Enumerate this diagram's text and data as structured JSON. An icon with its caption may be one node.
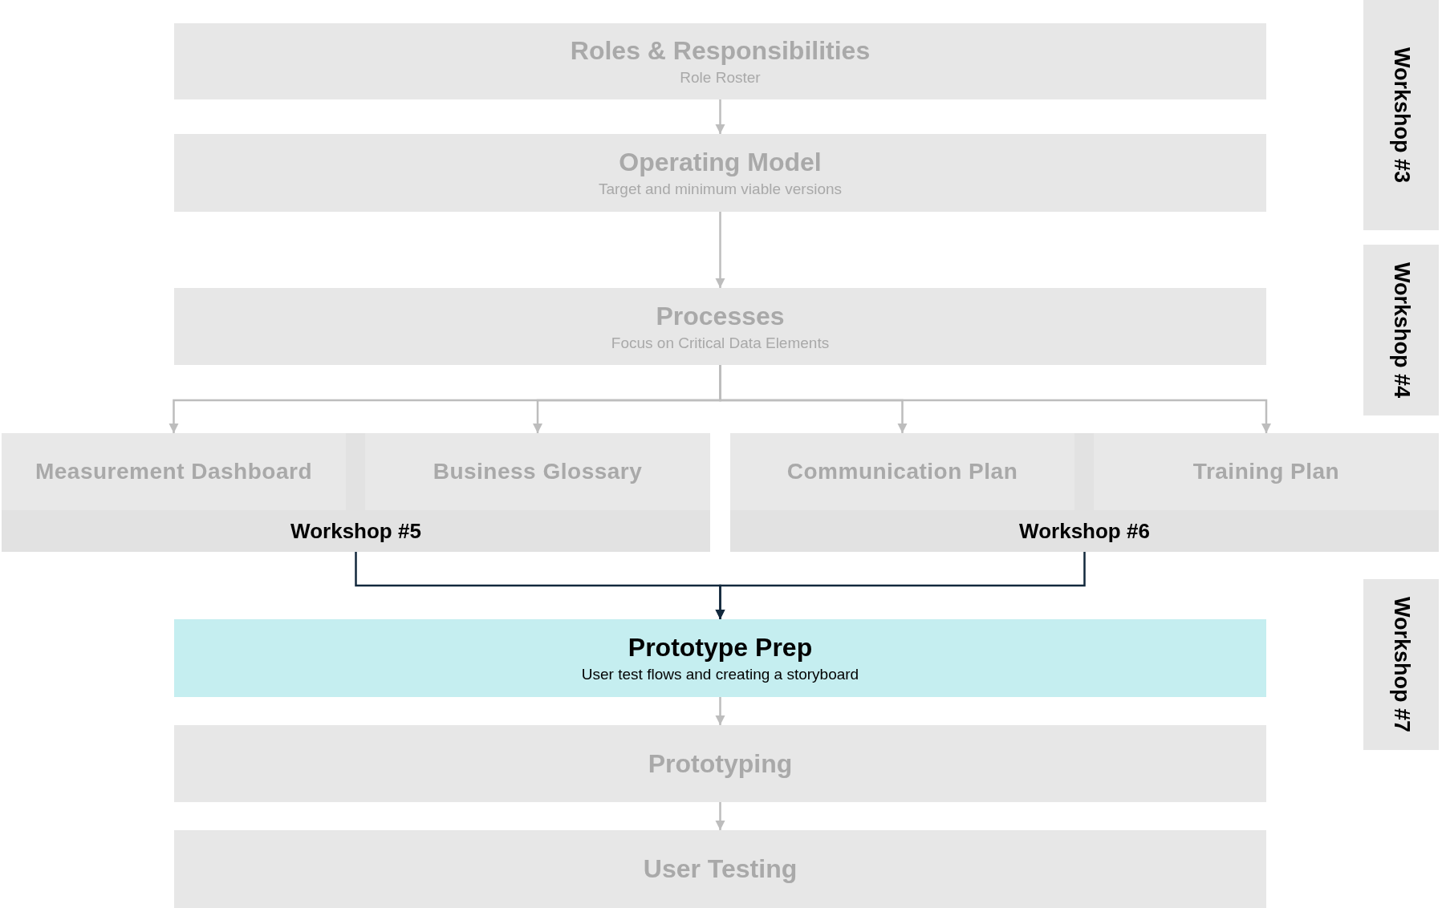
{
  "diagram": {
    "nodes": [
      {
        "text": [
          "Roles & Responsibilities",
          "Role Roster"
        ]
      },
      {
        "text": [
          "Operating Model",
          "Target and minimum viable versions"
        ]
      },
      {
        "text": [
          "Processes",
          "Focus on Critical Data Elements"
        ]
      },
      {
        "text": [
          "Workshop #5"
        ]
      },
      {
        "text": [
          "Measurement Dashboard"
        ],
        "in": 3
      },
      {
        "text": [
          "Business Glossary"
        ],
        "in": 3
      },
      {
        "text": [
          "Workshop #6"
        ]
      },
      {
        "text": [
          "Communication Plan"
        ],
        "in": 6
      },
      {
        "text": [
          "Training Plan"
        ],
        "in": 6
      },
      {
        "text": [
          "Prototype Prep",
          "User test flows and creating a storyboard"
        ]
      },
      {
        "text": [
          "Prototyping"
        ]
      },
      {
        "text": [
          "User Testing"
        ]
      },
      {
        "text": [
          "Workshop #3"
        ]
      },
      {
        "text": [
          "Workshop #4"
        ]
      },
      {
        "text": [
          "Workshop #7"
        ]
      }
    ],
    "edges": [
      {
        "from": 0,
        "to": 1,
        "arrow": "to"
      },
      {
        "from": 1,
        "to": 2,
        "arrow": "to"
      },
      {
        "from": 2,
        "to": 4,
        "arrow": "to"
      },
      {
        "from": 2,
        "to": 5,
        "arrow": "to"
      },
      {
        "from": 2,
        "to": 7,
        "arrow": "to"
      },
      {
        "from": 2,
        "to": 8,
        "arrow": "to"
      },
      {
        "from": 3,
        "to": 9,
        "arrow": "to",
        "color": "#13293d"
      },
      {
        "from": 6,
        "to": 9,
        "arrow": "to",
        "color": "#13293d"
      },
      {
        "from": 9,
        "to": 10,
        "arrow": "to"
      },
      {
        "from": 10,
        "to": 11,
        "arrow": "to"
      }
    ]
  }
}
